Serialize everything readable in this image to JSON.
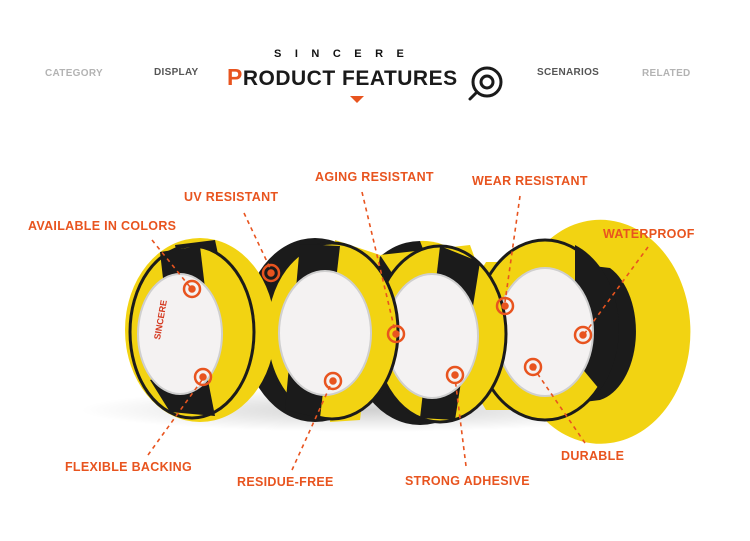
{
  "nav": {
    "category": "CATEGORY",
    "display": "DISPLAY",
    "scenarios": "SCENARIOS",
    "related": "RELATED"
  },
  "header": {
    "brand": "SINCERE",
    "title_first_letter": "P",
    "title_rest": "RODUCT FEATURES"
  },
  "tape_print": "SINCERE",
  "features": {
    "available_in_colors": "AVAILABLE IN COLORS",
    "uv_resistant": "UV RESISTANT",
    "aging_resistant": "AGING RESISTANT",
    "wear_resistant": "WEAR RESISTANT",
    "waterproof": "WATERPROOF",
    "flexible_backing": "FLEXIBLE BACKING",
    "residue_free": "RESIDUE-FREE",
    "strong_adhesive": "STRONG ADHESIVE",
    "durable": "DURABLE"
  },
  "colors": {
    "accent": "#e8541f",
    "tape_yellow": "#f2d312",
    "tape_black": "#1b1b1b",
    "core_white": "#f4f2f2"
  }
}
